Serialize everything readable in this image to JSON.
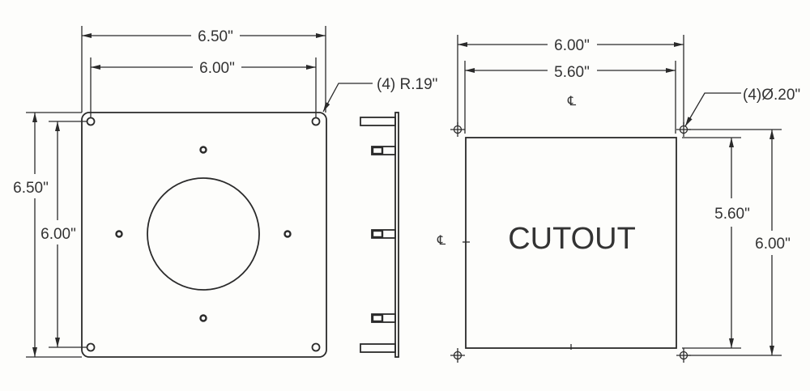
{
  "colors": {
    "background": "#fdfdfb",
    "line": "#2a2a2a",
    "text": "#333333"
  },
  "plate_view": {
    "width_outer_label": "6.50\"",
    "width_inner_label": "6.00\"",
    "height_outer_label": "6.50\"",
    "height_inner_label": "6.00\"",
    "corner_callout": "(4) R.19\""
  },
  "cutout_view": {
    "width_outer_label": "6.00\"",
    "width_inner_label": "5.60\"",
    "height_inner_label": "5.60\"",
    "height_outer_label": "6.00\"",
    "hole_callout": "(4)Ø.20\"",
    "centerline_symbol": "℄",
    "cutout_label": "CUTOUT"
  }
}
